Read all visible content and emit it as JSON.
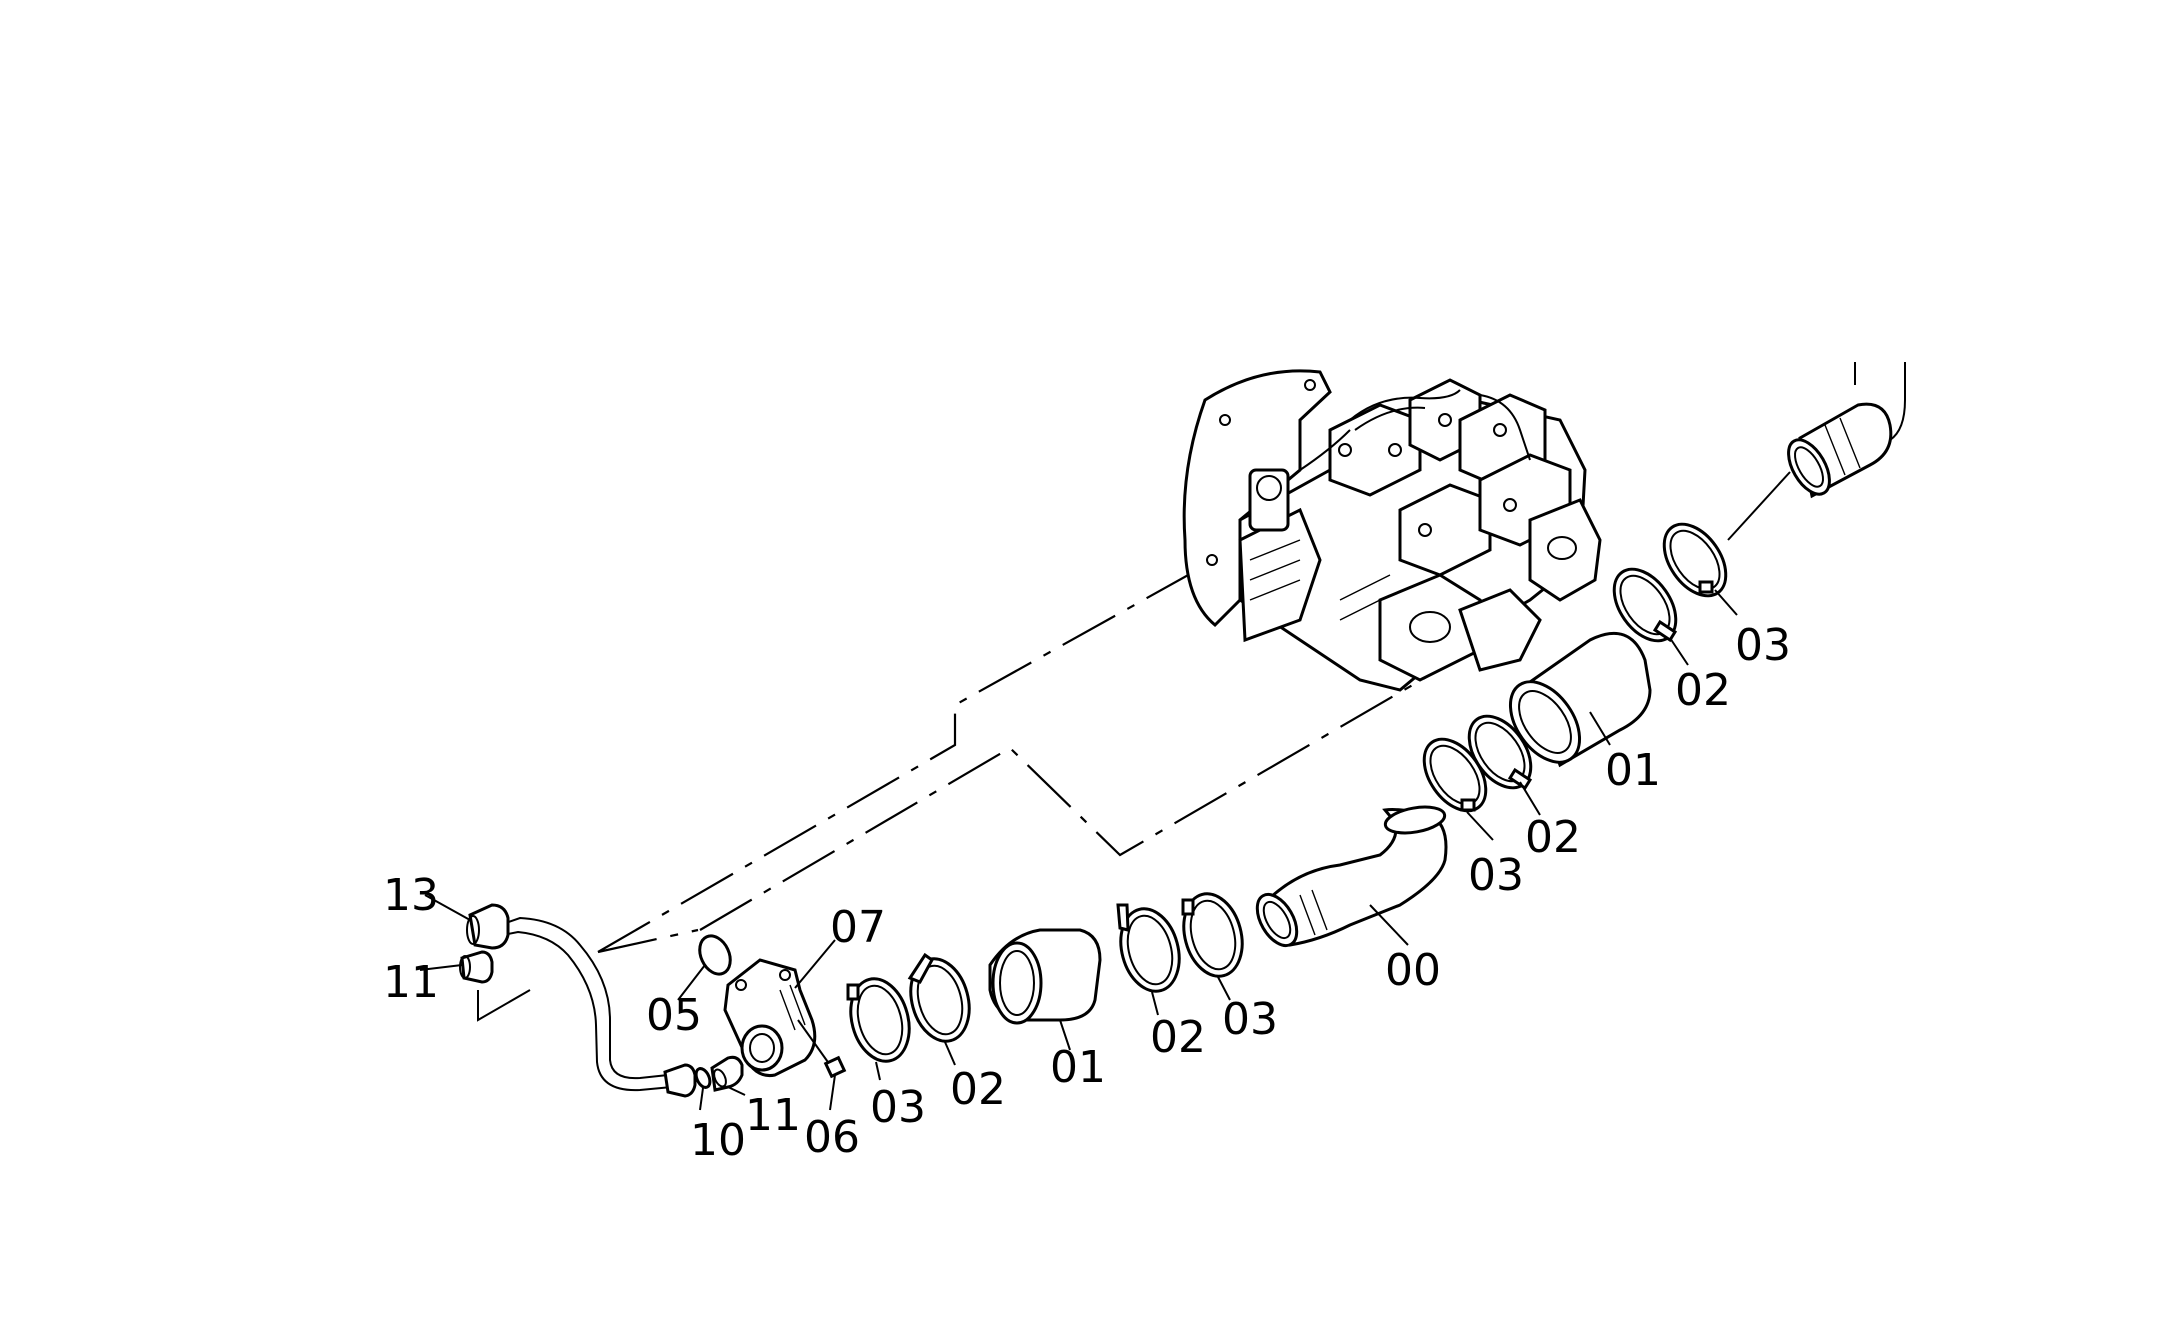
{
  "labels": [
    {
      "text": "13"
    },
    {
      "text": "11"
    },
    {
      "text": "05"
    },
    {
      "text": "07"
    },
    {
      "text": "10"
    },
    {
      "text": "11"
    },
    {
      "text": "06"
    },
    {
      "text": "03"
    },
    {
      "text": "02"
    },
    {
      "text": "01"
    },
    {
      "text": "02"
    },
    {
      "text": "03"
    },
    {
      "text": "00"
    },
    {
      "text": "03"
    },
    {
      "text": "02"
    },
    {
      "text": "01"
    },
    {
      "text": "02"
    },
    {
      "text": "03"
    }
  ]
}
